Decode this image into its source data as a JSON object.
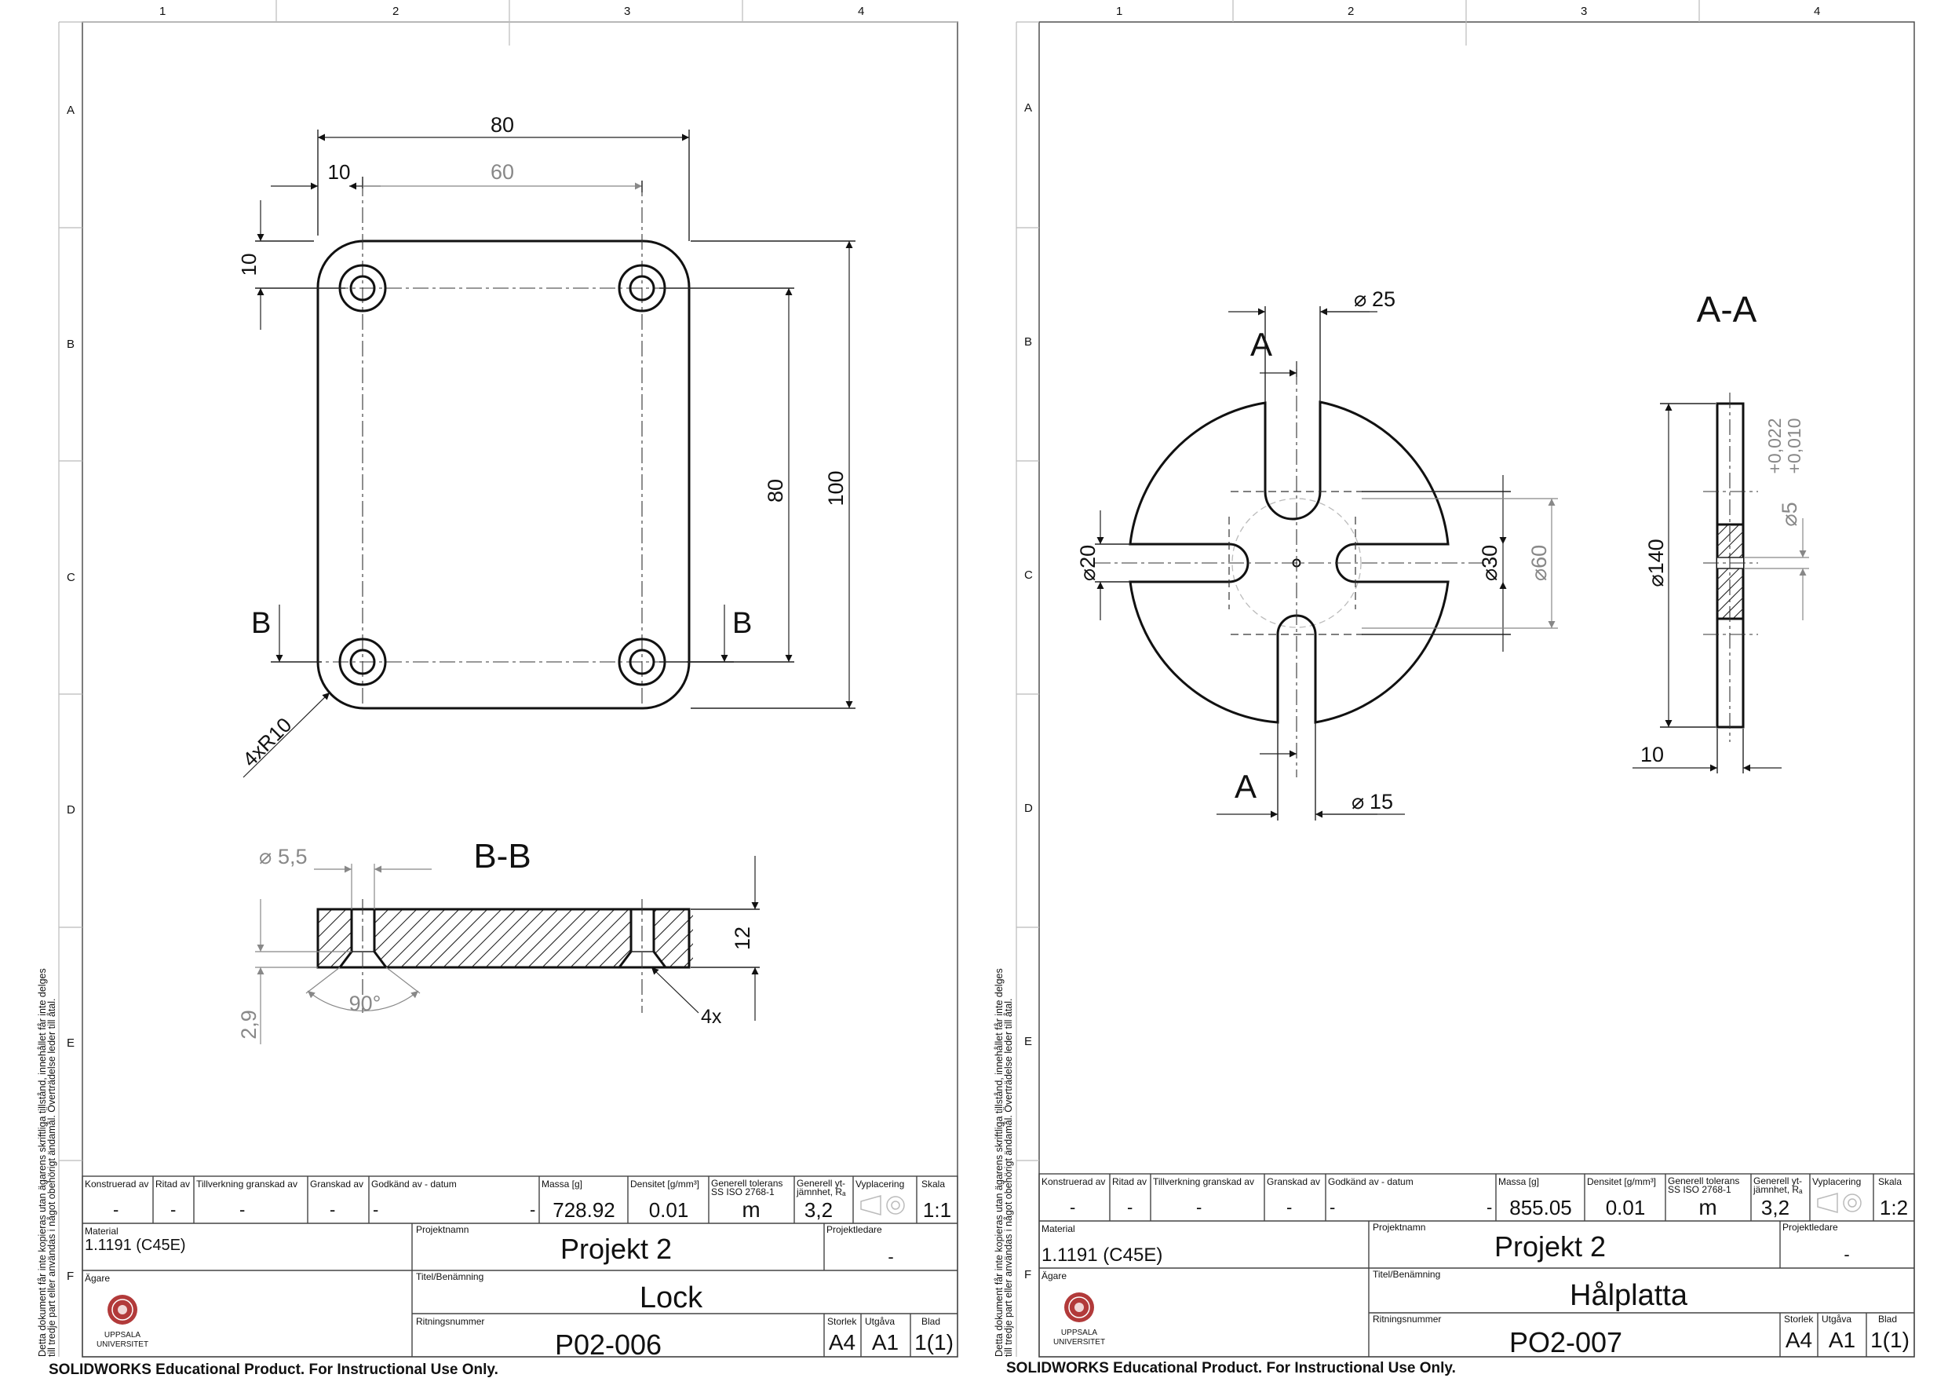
{
  "zone_columns": [
    "1",
    "2",
    "3",
    "4"
  ],
  "zone_rows": [
    "A",
    "B",
    "C",
    "D",
    "E",
    "F"
  ],
  "copyright_line1": "Detta dokument får inte kopieras utan ägarens skriftliga tillstånd, innehållet får inte delges",
  "copyright_line2": "till tredje part eller användas i något obehörigt ändamål. Överträdelse leder till åtal.",
  "footer_notice": "SOLIDWORKS Educational Product. For Instructional Use Only.",
  "title_block_labels": {
    "konstruerad": "Konstruerad av",
    "ritad": "Ritad av",
    "tillverkning": "Tillverkning granskad av",
    "granskad": "Granskad av",
    "godkand": "Godkänd av - datum",
    "massa": "Massa [g]",
    "densitet": "Densitet [g/mm³]",
    "tolerans_1": "Generell tolerans",
    "tolerans_2": "SS ISO 2768-1",
    "ytjamnhet_1": "Generell yt-",
    "ytjamnhet_2": "jämnhet, Rₐ",
    "vyplacering": "Vyplacering",
    "skala": "Skala",
    "material": "Material",
    "projektnamn": "Projektnamn",
    "projektledare": "Projektledare",
    "agare": "Ägare",
    "titel": "Titel/Benämning",
    "ritningsnummer": "Ritningsnummer",
    "storlek": "Storlek",
    "utgava": "Utgåva",
    "blad": "Blad",
    "university_1": "UPPSALA",
    "university_2": "UNIVERSITET"
  },
  "sheets": [
    {
      "blank_fields": [
        "-",
        "-",
        "-",
        "-",
        "-",
        "-"
      ],
      "massa": "728.92",
      "densitet": "0.01",
      "tolerans": "m",
      "ytjamnhet": "3,2",
      "skala": "1:1",
      "material": "1.1191 (C45E)",
      "projektnamn": "Projekt 2",
      "projektledare": "-",
      "titel": "Lock",
      "ritningsnummer": "P02-006",
      "storlek": "A4",
      "utgava": "A1",
      "blad": "1(1)",
      "dims": {
        "width_80": "80",
        "offset_10": "10",
        "spacing_60": "60",
        "top_10": "10",
        "spacing_80": "80",
        "height_100": "100",
        "radius": "4xR10",
        "section_letter": "B",
        "section_title": "B-B",
        "hole_dia": "5,5",
        "thickness": "12",
        "cs_angle": "90°",
        "cs_depth": "2,9",
        "count": "4x"
      }
    },
    {
      "blank_fields": [
        "-",
        "-",
        "-",
        "-",
        "-",
        "-"
      ],
      "massa": "855.05",
      "densitet": "0.01",
      "tolerans": "m",
      "ytjamnhet": "3,2",
      "skala": "1:2",
      "material": "1.1191 (C45E)",
      "projektnamn": "Projekt 2",
      "projektledare": "-",
      "titel": "Hålplatta",
      "ritningsnummer": "PO2-007",
      "storlek": "A4",
      "utgava": "A1",
      "blad": "1(1)",
      "dims": {
        "section_letter": "A",
        "section_title": "A-A",
        "slot_25": "25",
        "slot_15": "15",
        "slot_20": "20",
        "dia_30": "30",
        "dia_60": "60",
        "dia_140": "140",
        "pin_dia": "5",
        "tol_upper": "+0,022",
        "tol_lower": "+0,010",
        "thickness": "10"
      }
    }
  ]
}
